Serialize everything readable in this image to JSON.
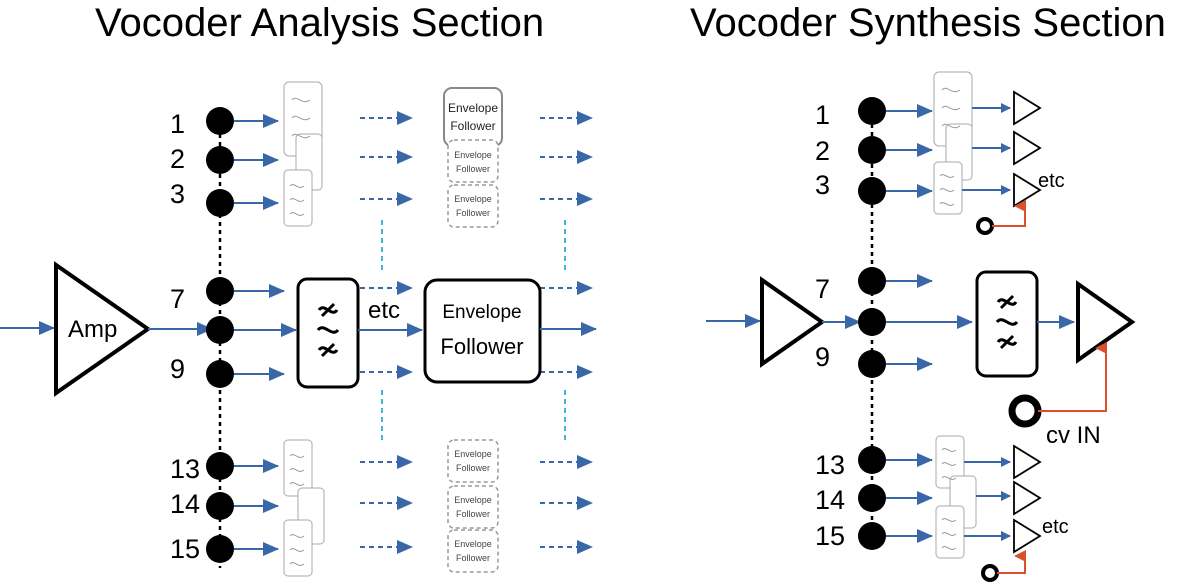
{
  "analysis": {
    "title": "Vocoder Analysis Section",
    "amp_label": "Amp",
    "etc_label": "etc",
    "envelope_follower_label": "Envelope Follower",
    "envelope_line1": "Envelope",
    "envelope_line2": "Follower",
    "channels_top": [
      "1",
      "2",
      "3"
    ],
    "channels_mid": [
      "7",
      "9"
    ],
    "channels_bottom": [
      "13",
      "14",
      "15"
    ]
  },
  "synthesis": {
    "title": "Vocoder Synthesis Section",
    "etc_label": "etc",
    "cv_in_label": "cv IN",
    "channels_top": [
      "1",
      "2",
      "3"
    ],
    "channels_mid": [
      "7",
      "9"
    ],
    "channels_bottom": [
      "13",
      "14",
      "15"
    ]
  },
  "colors": {
    "signal_arrow": "#3a67a8",
    "bus_line": "#000000",
    "dashed_link": "#40b4d4",
    "cv_line": "#d9502a",
    "faded": "#9a9a9a"
  }
}
